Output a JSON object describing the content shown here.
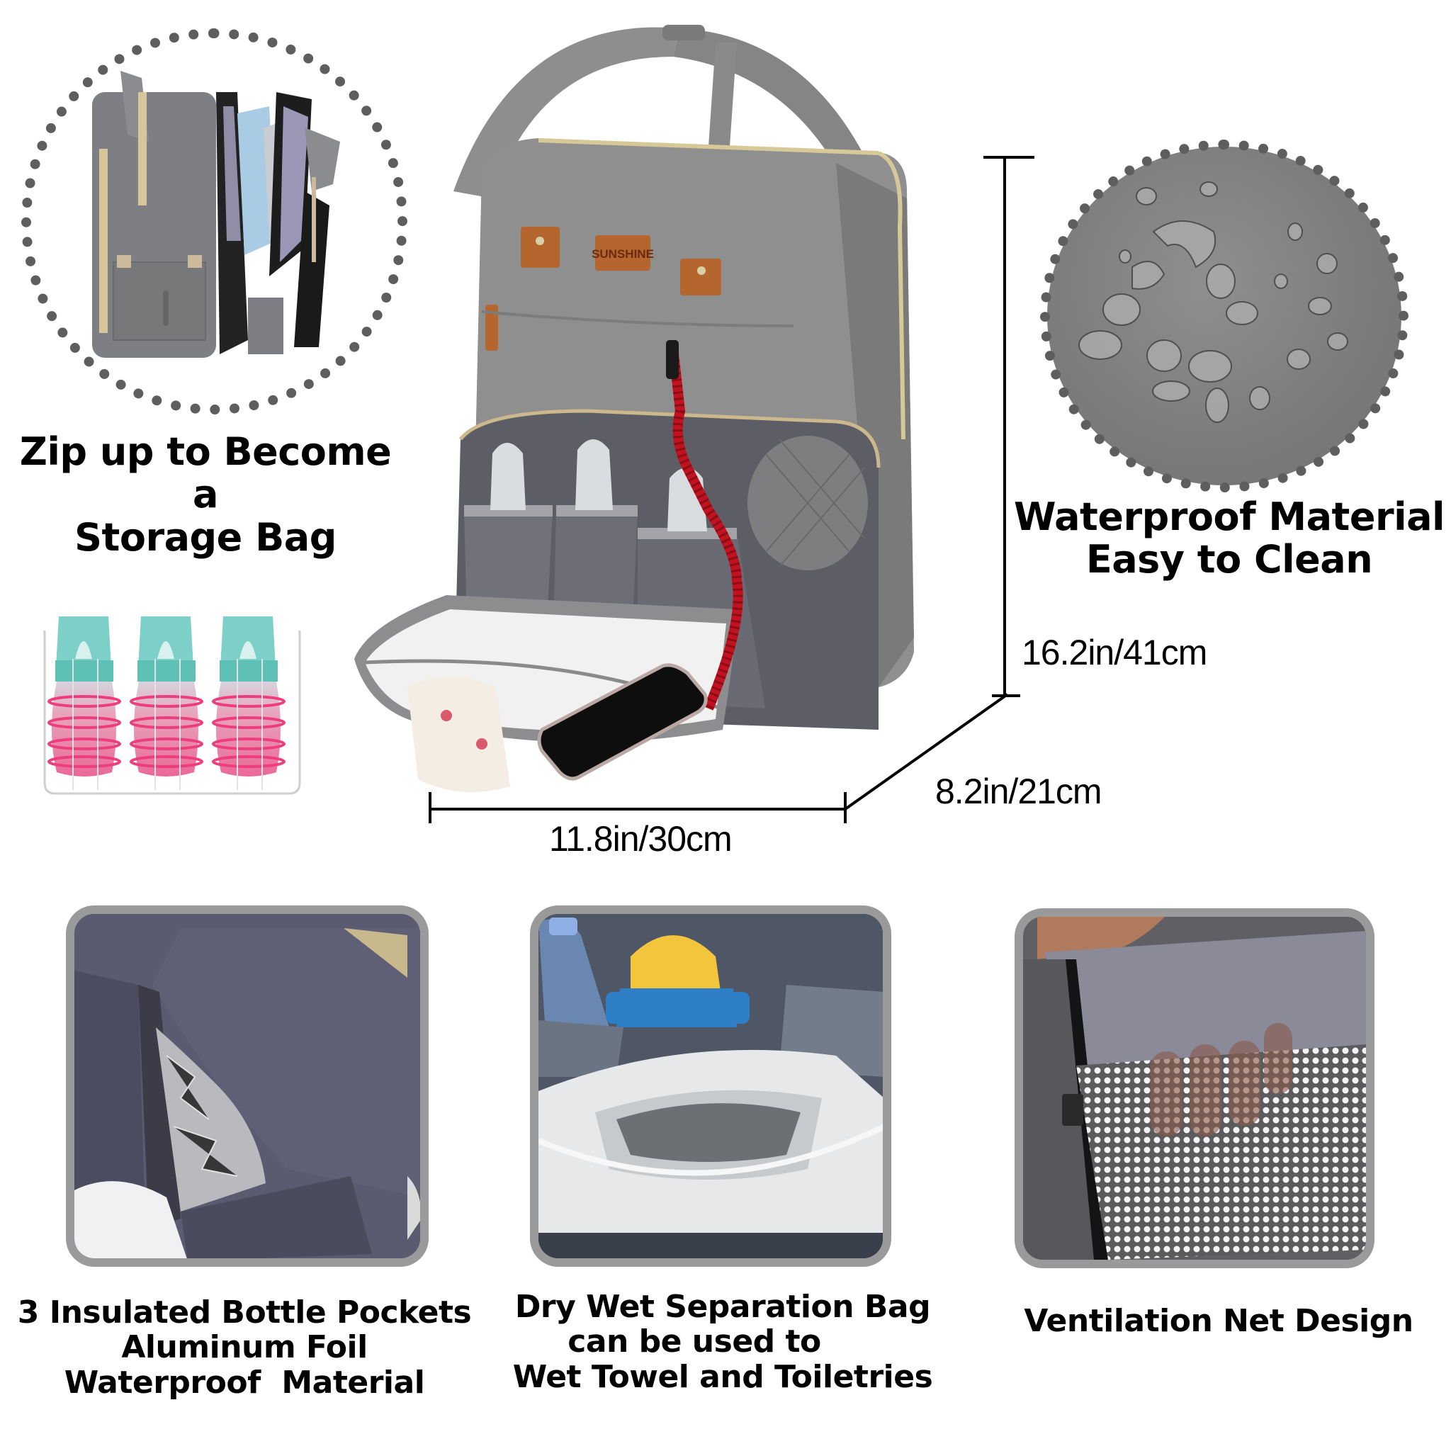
{
  "infographic": {
    "brand_label": "SUNSHINE",
    "features": {
      "storage": {
        "lines": [
          "Zip up to Become a",
          "Storage Bag"
        ]
      },
      "waterproof": {
        "lines": [
          "Waterproof Material",
          "Easy to Clean"
        ]
      },
      "bottle_pockets": {
        "lines": [
          "3 Insulated Bottle Pockets",
          "Aluminum Foil",
          "Waterproof  Material"
        ]
      },
      "dry_wet": {
        "lines": [
          "Dry Wet Separation Bag",
          "can be used to",
          "Wet Towel and Toiletries"
        ]
      },
      "ventilation": {
        "lines": [
          "Ventilation Net Design"
        ]
      }
    },
    "dimensions": {
      "height": "16.2in/41cm",
      "width": "11.8in/30cm",
      "depth": "8.2in/21cm"
    },
    "colors": {
      "bag_gray": "#8d8d8d",
      "bag_dark": "#6e6e6e",
      "leather_tan": "#b5652e",
      "zipper_gold": "#d8c79a",
      "cable_red": "#c1121f",
      "dot_gray": "#5e5e5e",
      "panel_border": "#9a9a9a",
      "bottle_teal": "#7fd1c8",
      "bottle_pink": "#ec6f9b",
      "cup_yellow": "#f2c53d",
      "cup_blue": "#2f7fc6"
    }
  }
}
